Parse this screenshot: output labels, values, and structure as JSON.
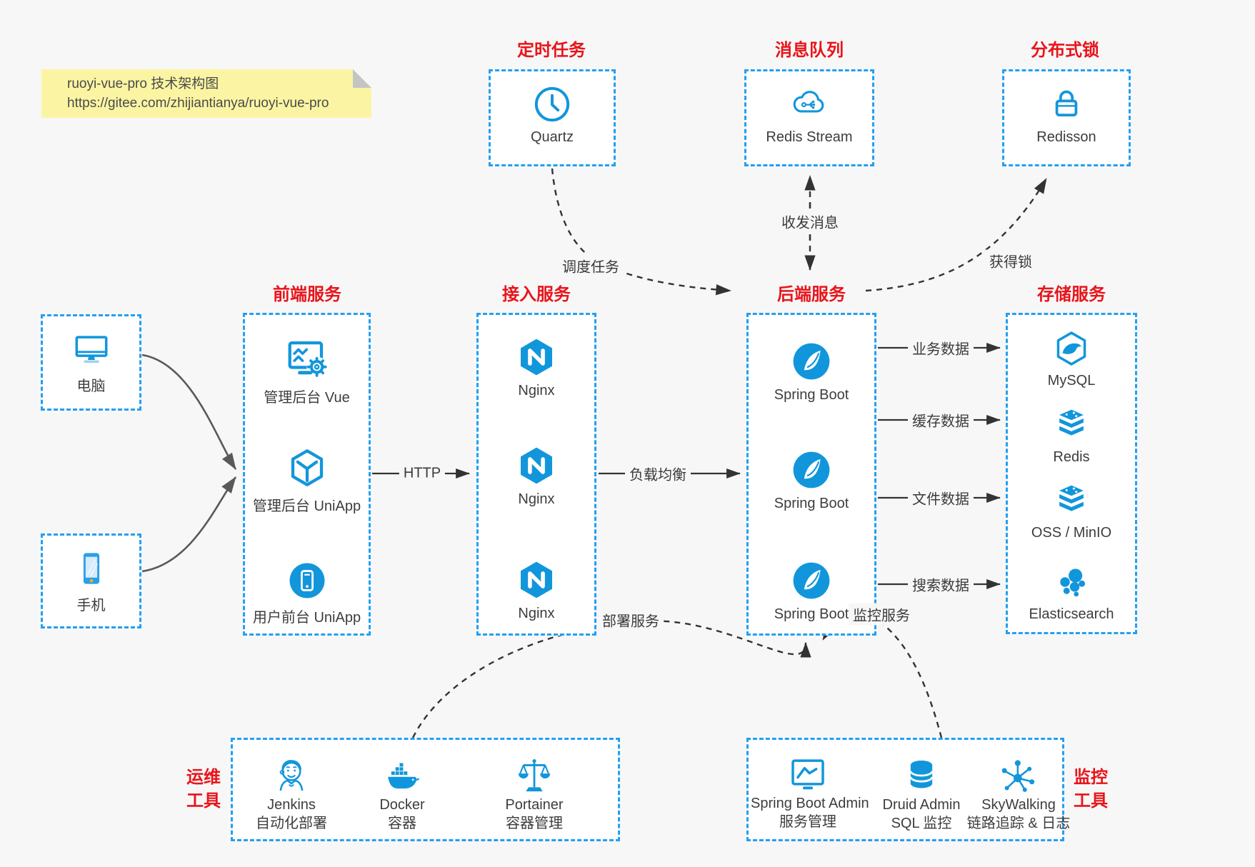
{
  "note": {
    "line1": "ruoyi-vue-pro 技术架构图",
    "line2": "https://gitee.com/zhijiantianya/ruoyi-vue-pro"
  },
  "top_groups": [
    {
      "title": "定时任务",
      "item": {
        "label": "Quartz",
        "icon": "clock-icon"
      }
    },
    {
      "title": "消息队列",
      "item": {
        "label": "Redis Stream",
        "icon": "cloud-share-icon"
      }
    },
    {
      "title": "分布式锁",
      "item": {
        "label": "Redisson",
        "icon": "lock-icon"
      }
    }
  ],
  "clients": [
    {
      "label": "电脑",
      "icon": "desktop-icon"
    },
    {
      "label": "手机",
      "icon": "mobile-icon"
    }
  ],
  "columns": [
    {
      "title": "前端服务",
      "items": [
        {
          "label": "管理后台 Vue"
        },
        {
          "label": "管理后台 UniApp"
        },
        {
          "label": "用户前台 UniApp"
        }
      ]
    },
    {
      "title": "接入服务",
      "items": [
        {
          "label": "Nginx"
        },
        {
          "label": "Nginx"
        },
        {
          "label": "Nginx"
        }
      ]
    },
    {
      "title": "后端服务",
      "items": [
        {
          "label": "Spring Boot"
        },
        {
          "label": "Spring Boot"
        },
        {
          "label": "Spring Boot"
        }
      ]
    },
    {
      "title": "存储服务",
      "items": [
        {
          "label": "MySQL"
        },
        {
          "label": "Redis"
        },
        {
          "label": "OSS / MinIO"
        },
        {
          "label": "Elasticsearch"
        }
      ]
    }
  ],
  "edges": {
    "http": "HTTP",
    "load_balance": "负载均衡",
    "business_data": "业务数据",
    "cache_data": "缓存数据",
    "file_data": "文件数据",
    "search_data": "搜索数据",
    "schedule": "调度任务",
    "messaging": "收发消息",
    "lock": "获得锁",
    "deploy": "部署服务",
    "monitor": "监控服务"
  },
  "ops_tools": {
    "label_line1": "运维",
    "label_line2": "工具",
    "items": [
      {
        "name": "Jenkins",
        "desc": "自动化部署",
        "icon": "jenkins-icon"
      },
      {
        "name": "Docker",
        "desc": "容器",
        "icon": "docker-whale-icon"
      },
      {
        "name": "Portainer",
        "desc": "容器管理",
        "icon": "scales-icon"
      }
    ]
  },
  "monitor_tools": {
    "label_line1": "监控",
    "label_line2": "工具",
    "items": [
      {
        "name": "Spring Boot Admin",
        "desc": "服务管理",
        "icon": "chart-monitor-icon"
      },
      {
        "name": "Druid Admin",
        "desc": "SQL 监控",
        "icon": "database-icon"
      },
      {
        "name": "SkyWalking",
        "desc": "链路追踪 & 日志",
        "icon": "topology-icon"
      }
    ]
  },
  "colors": {
    "accent_blue": "#1296db",
    "border_blue": "#22a0f2",
    "title_red": "#e8141a",
    "note_bg": "#fbf5a3",
    "arrow_dark": "#333333",
    "arrow_gray": "#595959"
  }
}
